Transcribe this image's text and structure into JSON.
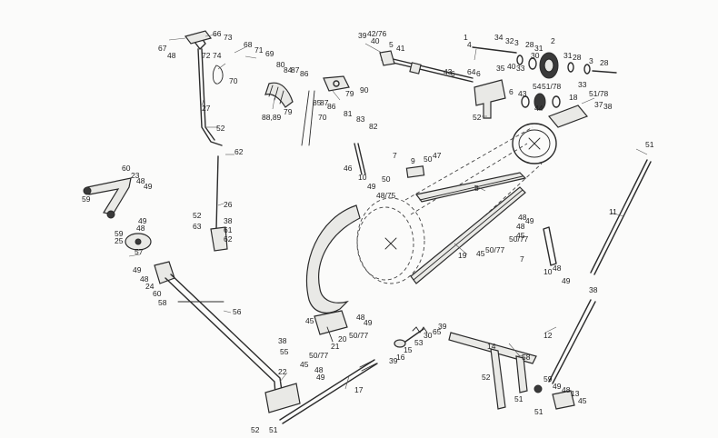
{
  "callouts": [
    {
      "id": "c1",
      "text": "67"
    },
    {
      "id": "c2",
      "text": "48"
    },
    {
      "id": "c3",
      "text": "66"
    },
    {
      "id": "c4",
      "text": "73"
    },
    {
      "id": "c5",
      "text": "72"
    },
    {
      "id": "c6",
      "text": "74"
    },
    {
      "id": "c7",
      "text": "68"
    },
    {
      "id": "c8",
      "text": "71"
    },
    {
      "id": "c9",
      "text": "69"
    },
    {
      "id": "c10",
      "text": "70"
    },
    {
      "id": "c11",
      "text": "27"
    },
    {
      "id": "c12",
      "text": "80"
    },
    {
      "id": "c13",
      "text": "84"
    },
    {
      "id": "c14",
      "text": "87"
    },
    {
      "id": "c15",
      "text": "86"
    },
    {
      "id": "c16",
      "text": "79"
    },
    {
      "id": "c17",
      "text": "88,89"
    },
    {
      "id": "c18",
      "text": "85"
    },
    {
      "id": "c19",
      "text": "87"
    },
    {
      "id": "c20",
      "text": "86"
    },
    {
      "id": "c21",
      "text": "79"
    },
    {
      "id": "c22",
      "text": "90"
    },
    {
      "id": "c23",
      "text": "70"
    },
    {
      "id": "c24",
      "text": "81"
    },
    {
      "id": "c25",
      "text": "83"
    },
    {
      "id": "c26",
      "text": "82"
    },
    {
      "id": "c27",
      "text": "39"
    },
    {
      "id": "c28",
      "text": "42/76"
    },
    {
      "id": "c29",
      "text": "40"
    },
    {
      "id": "c30",
      "text": "5"
    },
    {
      "id": "c31",
      "text": "41"
    },
    {
      "id": "c32",
      "text": "4"
    },
    {
      "id": "c33",
      "text": "43"
    },
    {
      "id": "c34",
      "text": "6"
    },
    {
      "id": "c35",
      "text": "34"
    },
    {
      "id": "c36",
      "text": "32"
    },
    {
      "id": "c37",
      "text": "3"
    },
    {
      "id": "c38",
      "text": "28"
    },
    {
      "id": "c39",
      "text": "31"
    },
    {
      "id": "c40",
      "text": "2"
    },
    {
      "id": "c41",
      "text": "30"
    },
    {
      "id": "c42",
      "text": "40"
    },
    {
      "id": "c43",
      "text": "33"
    },
    {
      "id": "c44",
      "text": "35"
    },
    {
      "id": "c45",
      "text": "31"
    },
    {
      "id": "c46",
      "text": "28"
    },
    {
      "id": "c47",
      "text": "3"
    },
    {
      "id": "c48",
      "text": "28"
    },
    {
      "id": "c49",
      "text": "33"
    },
    {
      "id": "c50",
      "text": "64"
    },
    {
      "id": "c51",
      "text": "6"
    },
    {
      "id": "c52",
      "text": "54"
    },
    {
      "id": "c53",
      "text": "51/78"
    },
    {
      "id": "c54",
      "text": "43"
    },
    {
      "id": "c55",
      "text": "6"
    },
    {
      "id": "c56",
      "text": "18"
    },
    {
      "id": "c57",
      "text": "44"
    },
    {
      "id": "c58",
      "text": "51/78"
    },
    {
      "id": "c59",
      "text": "37"
    },
    {
      "id": "c60",
      "text": "38"
    },
    {
      "id": "c61",
      "text": "52"
    },
    {
      "id": "c62",
      "text": "52"
    },
    {
      "id": "c63",
      "text": "62"
    },
    {
      "id": "c64",
      "text": "7"
    },
    {
      "id": "c65",
      "text": "9"
    },
    {
      "id": "c66",
      "text": "50"
    },
    {
      "id": "c67",
      "text": "47"
    },
    {
      "id": "c68",
      "text": "46"
    },
    {
      "id": "c69",
      "text": "10"
    },
    {
      "id": "c70",
      "text": "50"
    },
    {
      "id": "c71",
      "text": "49"
    },
    {
      "id": "c72",
      "text": "48/75"
    },
    {
      "id": "c73",
      "text": "8"
    },
    {
      "id": "c74",
      "text": "51"
    },
    {
      "id": "c75",
      "text": "60"
    },
    {
      "id": "c76",
      "text": "23"
    },
    {
      "id": "c77",
      "text": "48"
    },
    {
      "id": "c78",
      "text": "49"
    },
    {
      "id": "c79",
      "text": "59"
    },
    {
      "id": "c80",
      "text": "26"
    },
    {
      "id": "c81",
      "text": "52"
    },
    {
      "id": "c82",
      "text": "63"
    },
    {
      "id": "c83",
      "text": "38"
    },
    {
      "id": "c84",
      "text": "61"
    },
    {
      "id": "c85",
      "text": "62"
    },
    {
      "id": "c86",
      "text": "49"
    },
    {
      "id": "c87",
      "text": "48"
    },
    {
      "id": "c88",
      "text": "59"
    },
    {
      "id": "c89",
      "text": "25"
    },
    {
      "id": "c90",
      "text": "57"
    },
    {
      "id": "c91",
      "text": "11"
    },
    {
      "id": "c92",
      "text": "49"
    },
    {
      "id": "c93",
      "text": "48"
    },
    {
      "id": "c94",
      "text": "24"
    },
    {
      "id": "c95",
      "text": "60"
    },
    {
      "id": "c96",
      "text": "58"
    },
    {
      "id": "c97",
      "text": "56"
    },
    {
      "id": "c98",
      "text": "49"
    },
    {
      "id": "c99",
      "text": "48"
    },
    {
      "id": "c100",
      "text": "45"
    },
    {
      "id": "c101",
      "text": "50/77"
    },
    {
      "id": "c102",
      "text": "19"
    },
    {
      "id": "c103",
      "text": "7"
    },
    {
      "id": "c104",
      "text": "48"
    },
    {
      "id": "c105",
      "text": "50/77"
    },
    {
      "id": "c106",
      "text": "45"
    },
    {
      "id": "c107",
      "text": "10"
    },
    {
      "id": "c108",
      "text": "48"
    },
    {
      "id": "c109",
      "text": "49"
    },
    {
      "id": "c110",
      "text": "38"
    },
    {
      "id": "c111",
      "text": "45"
    },
    {
      "id": "c112",
      "text": "20"
    },
    {
      "id": "c113",
      "text": "48"
    },
    {
      "id": "c114",
      "text": "49"
    },
    {
      "id": "c115",
      "text": "50/77"
    },
    {
      "id": "c116",
      "text": "21"
    },
    {
      "id": "c117",
      "text": "39"
    },
    {
      "id": "c118",
      "text": "65"
    },
    {
      "id": "c119",
      "text": "30"
    },
    {
      "id": "c120",
      "text": "53"
    },
    {
      "id": "c121",
      "text": "15"
    },
    {
      "id": "c122",
      "text": "16"
    },
    {
      "id": "c123",
      "text": "39"
    },
    {
      "id": "c124",
      "text": "14"
    },
    {
      "id": "c125",
      "text": "12"
    },
    {
      "id": "c126",
      "text": "38"
    },
    {
      "id": "c127",
      "text": "55"
    },
    {
      "id": "c128",
      "text": "50/77"
    },
    {
      "id": "c129",
      "text": "45"
    },
    {
      "id": "c130",
      "text": "48"
    },
    {
      "id": "c131",
      "text": "49"
    },
    {
      "id": "c132",
      "text": "22"
    },
    {
      "id": "c133",
      "text": "17"
    },
    {
      "id": "c134",
      "text": "58"
    },
    {
      "id": "c135",
      "text": "52"
    },
    {
      "id": "c136",
      "text": "51"
    },
    {
      "id": "c137",
      "text": "59"
    },
    {
      "id": "c138",
      "text": "49"
    },
    {
      "id": "c139",
      "text": "48"
    },
    {
      "id": "c140",
      "text": "13"
    },
    {
      "id": "c141",
      "text": "45"
    },
    {
      "id": "c142",
      "text": "51"
    },
    {
      "id": "c143",
      "text": "52"
    },
    {
      "id": "c144",
      "text": "51"
    },
    {
      "id": "c145",
      "text": "1"
    }
  ]
}
